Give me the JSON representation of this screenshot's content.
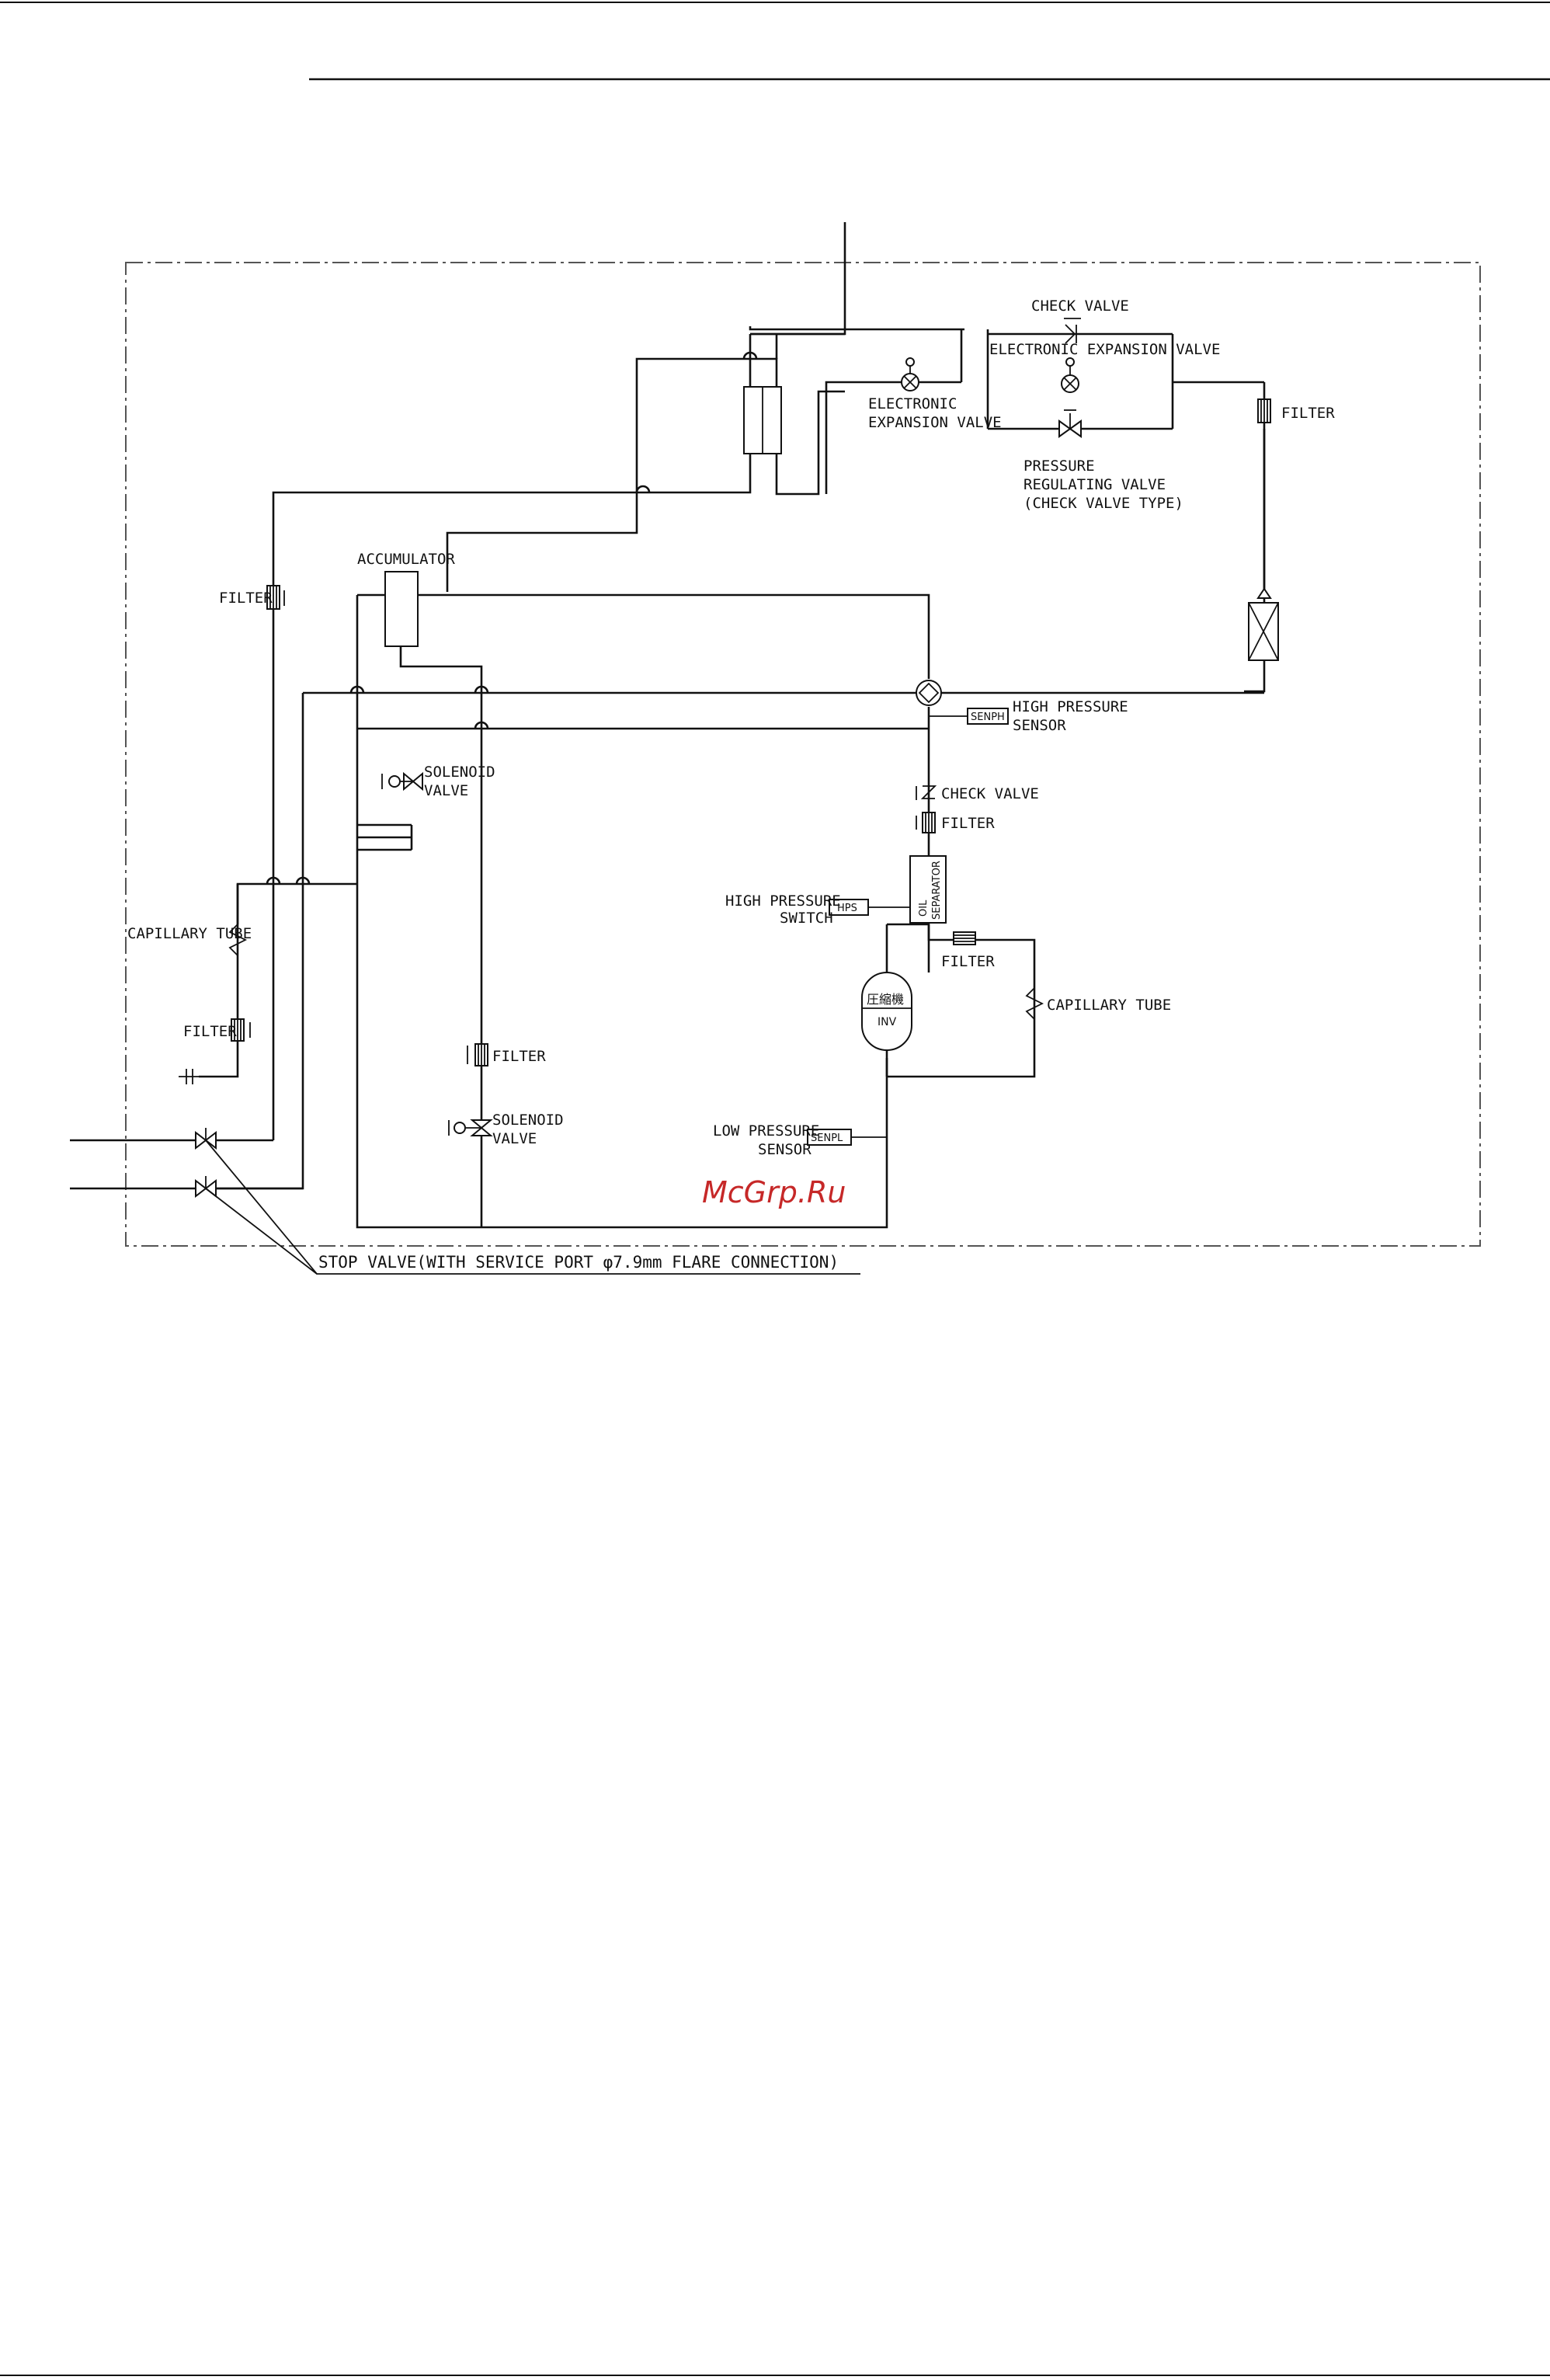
{
  "labels": {
    "check_valve_top": "CHECK VALVE",
    "eev_right": "ELECTRONIC EXPANSION VALVE",
    "eev_left_1": "ELECTRONIC",
    "eev_left_2": "EXPANSION VALVE",
    "prv_1": "PRESSURE",
    "prv_2": "REGULATING VALVE",
    "prv_3": "(CHECK VALVE TYPE)",
    "filter_right": "FILTER",
    "accumulator": "ACCUMULATOR",
    "filter_left_top": "FILTER",
    "hp_sensor_1": "HIGH PRESSURE",
    "hp_sensor_2": "SENSOR",
    "senph": "SENPH",
    "solenoid_1a": "SOLENOID",
    "solenoid_1b": "VALVE",
    "check_valve_mid": "CHECK VALVE",
    "filter_mid": "FILTER",
    "hps_1": "HIGH PRESSURE",
    "hps_2": "SWITCH",
    "hps_tag": "HPS",
    "oil_1": "OIL",
    "oil_2": "SEPARATOR",
    "filter_sep": "FILTER",
    "capillary_right": "CAPILLARY TUBE",
    "capillary_left": "CAPILLARY TUBE",
    "compressor_jp": "圧縮機",
    "compressor_inv": "INV",
    "filter_left_low": "FILTER",
    "filter_center_low": "FILTER",
    "solenoid_2a": "SOLENOID",
    "solenoid_2b": "VALVE",
    "lp_sensor_1": "LOW PRESSURE",
    "lp_sensor_2": "SENSOR",
    "senpl": "SENPL",
    "watermark": "McGrp.Ru",
    "stop_valve": "STOP VALVE(WITH SERVICE PORT φ7.9mm FLARE CONNECTION)"
  },
  "colors": {
    "line": "#111111",
    "watermark": "#c62828"
  }
}
